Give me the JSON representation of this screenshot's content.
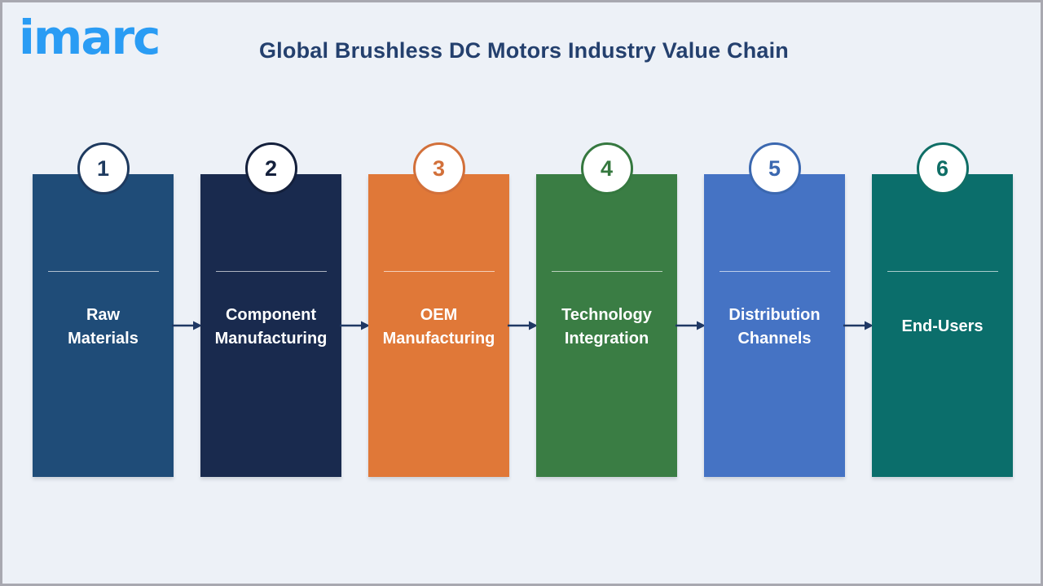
{
  "header": {
    "logo_text": "imarc",
    "title": "Global Brushless DC Motors Industry Value Chain"
  },
  "colors": {
    "background": "#EDF1F7",
    "frame_border": "#A8A8B0",
    "logo_blue": "#2A9CF4",
    "title_text": "#24406E",
    "arrow": "#1F3864",
    "label_text": "#FFFFFF",
    "circle_fill": "#FFFFFF"
  },
  "stages": [
    {
      "number": "1",
      "label": "Raw\nMaterials",
      "box_color": "#1F4C78",
      "accent_color": "#1E3A5F"
    },
    {
      "number": "2",
      "label": "Component\nManufacturing",
      "box_color": "#192A4E",
      "accent_color": "#14203C"
    },
    {
      "number": "3",
      "label": "OEM\nManufacturing",
      "box_color": "#E07838",
      "accent_color": "#D2703A"
    },
    {
      "number": "4",
      "label": "Technology\nIntegration",
      "box_color": "#3A7D44",
      "accent_color": "#35783F"
    },
    {
      "number": "5",
      "label": "Distribution\nChannels",
      "box_color": "#4573C4",
      "accent_color": "#3B68B0"
    },
    {
      "number": "6",
      "label": "End-Users",
      "box_color": "#0B6E6B",
      "accent_color": "#0F6E66"
    }
  ]
}
